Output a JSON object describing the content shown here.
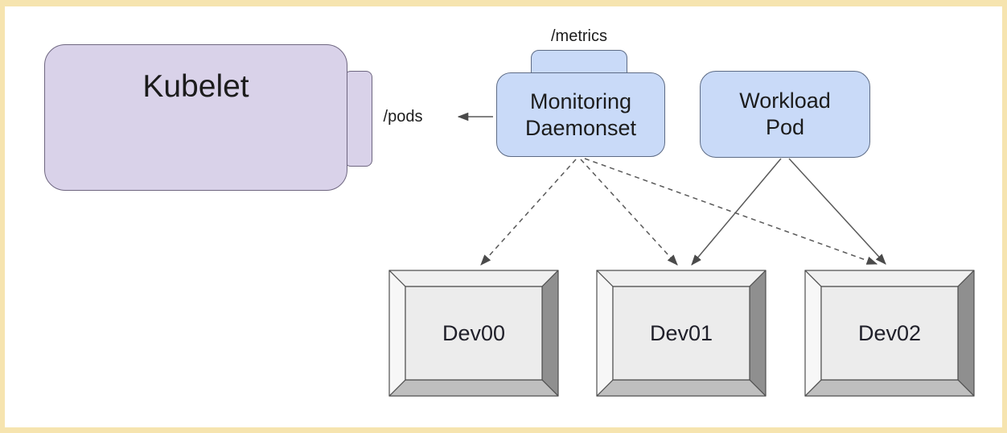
{
  "diagram": {
    "frame_color": "#f6e4af",
    "background": "#ffffff",
    "connector_color": "#595959",
    "arrowhead_color": "#4a4a4a"
  },
  "nodes": {
    "kubelet": {
      "label": "Kubelet",
      "fill": "#d9d2e9",
      "stroke": "#6e6680"
    },
    "monitoring": {
      "line1": "Monitoring",
      "line2": "Daemonset",
      "metrics_label": "/metrics",
      "fill": "#c9daf8",
      "stroke": "#5d6b85"
    },
    "workload": {
      "line1": "Workload",
      "line2": "Pod",
      "fill": "#c9daf8",
      "stroke": "#5d6b85"
    },
    "pods_label": "/pods",
    "devices": [
      {
        "label": "Dev00"
      },
      {
        "label": "Dev01"
      },
      {
        "label": "Dev02"
      }
    ]
  },
  "edges": [
    {
      "from": "monitoring-daemonset",
      "to": "pods-endpoint",
      "style": "solid"
    },
    {
      "from": "monitoring-daemonset",
      "to": "Dev00",
      "style": "dashed"
    },
    {
      "from": "monitoring-daemonset",
      "to": "Dev01",
      "style": "dashed"
    },
    {
      "from": "monitoring-daemonset",
      "to": "Dev02",
      "style": "dashed"
    },
    {
      "from": "workload-pod",
      "to": "Dev01",
      "style": "solid"
    },
    {
      "from": "workload-pod",
      "to": "Dev02",
      "style": "solid"
    }
  ]
}
